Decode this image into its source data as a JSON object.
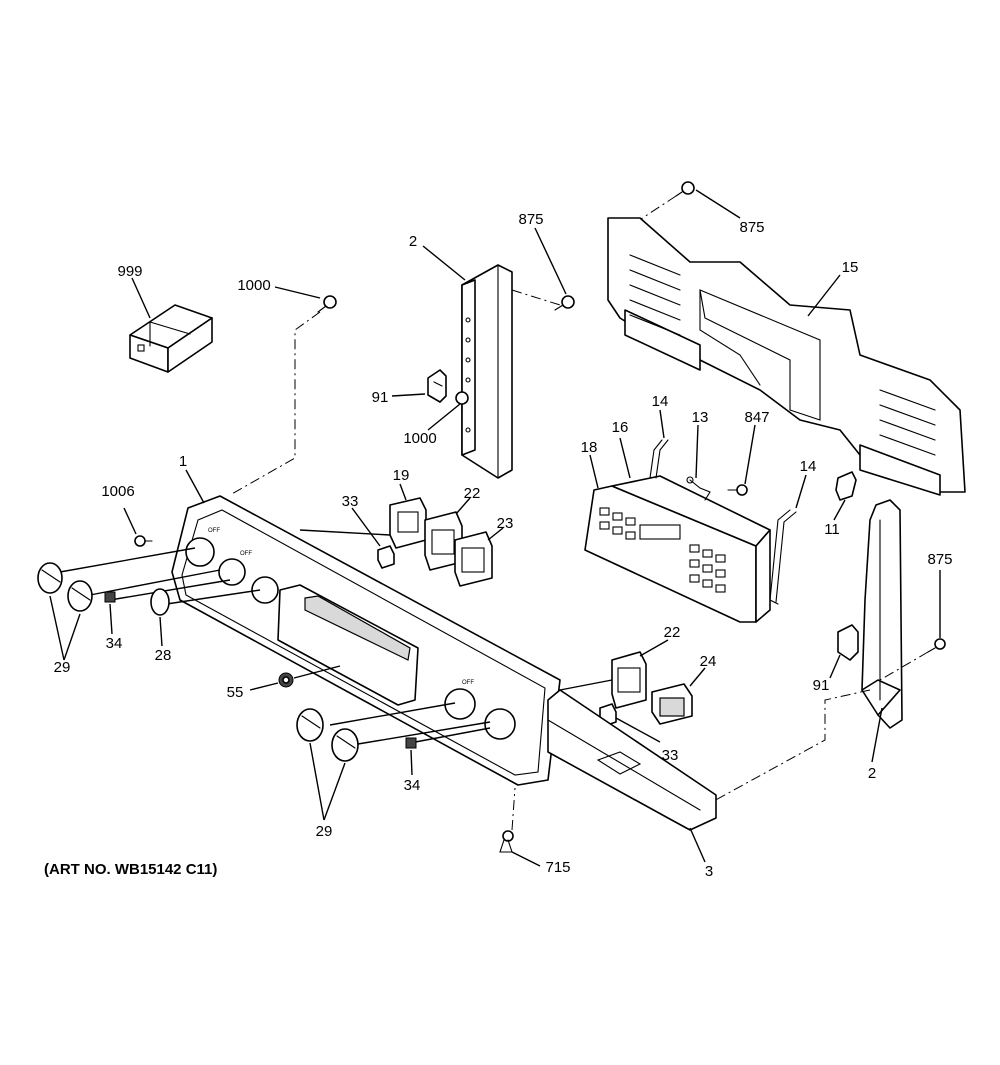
{
  "callouts": {
    "c999": "999",
    "c1000a": "1000",
    "c2a": "2",
    "c875a": "875",
    "c875b": "875",
    "c15": "15",
    "c91a": "91",
    "c1000b": "1000",
    "c14a": "14",
    "c13": "13",
    "c847": "847",
    "c18": "18",
    "c16": "16",
    "c14b": "14",
    "c11": "11",
    "c875c": "875",
    "c1": "1",
    "c1006": "1006",
    "c19": "19",
    "c33a": "33",
    "c22a": "22",
    "c23": "23",
    "c29a": "29",
    "c34a": "34",
    "c28": "28",
    "c55": "55",
    "c22b": "22",
    "c24": "24",
    "c33b": "33",
    "c91b": "91",
    "c2b": "2",
    "c34b": "34",
    "c29b": "29",
    "c715": "715",
    "c3": "3"
  },
  "caption": "(ART NO. WB15142 C11)"
}
